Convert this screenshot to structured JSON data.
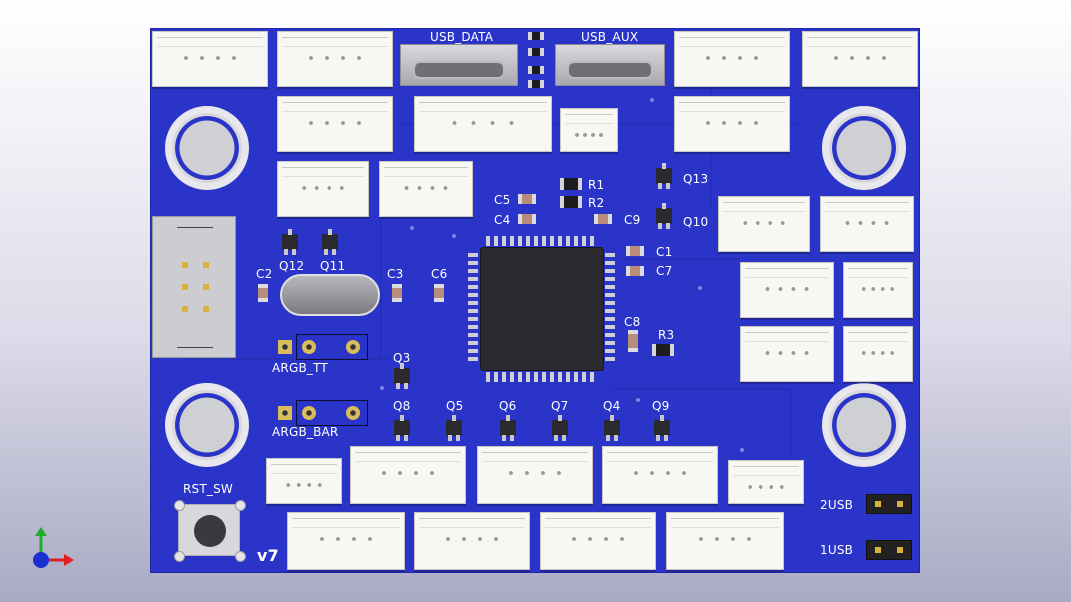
{
  "colors": {
    "pcb": "#2a34c8",
    "silkscreen": "#ffffff",
    "connector": "#f7f7f4",
    "gold": "#d8b23c"
  },
  "labels": {
    "usb_data": "USB_DATA",
    "usb_aux": "USB_AUX",
    "r1": "R1",
    "r2": "R2",
    "r3": "R3",
    "q13": "Q13",
    "q10": "Q10",
    "c5": "C5",
    "c4": "C4",
    "c9": "C9",
    "c1": "C1",
    "c7": "C7",
    "c2": "C2",
    "c3": "C3",
    "c6": "C6",
    "c8": "C8",
    "q12": "Q12",
    "q11": "Q11",
    "q3": "Q3",
    "q8": "Q8",
    "q5": "Q5",
    "q6": "Q6",
    "q7": "Q7",
    "q4": "Q4",
    "q9": "Q9",
    "argb_tt": "ARGB_TT",
    "argb_bar": "ARGB_BAR",
    "rst_sw": "RST_SW",
    "version": "v7",
    "usb2": "2USB",
    "usb1": "1USB"
  },
  "icons": {
    "axis_triad": "axis-triad-icon"
  }
}
